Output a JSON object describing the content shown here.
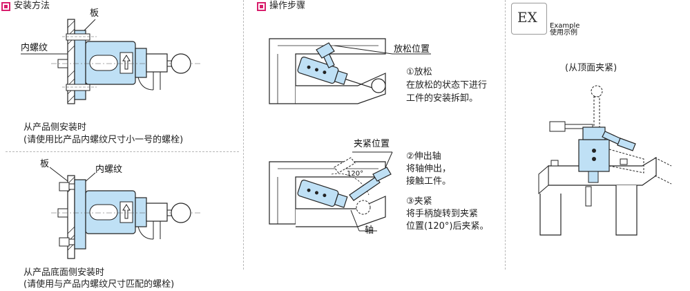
{
  "install": {
    "title": "安装方法",
    "top": {
      "label_plate": "板",
      "label_thread": "内螺纹",
      "caption_line1": "从产品侧安装时",
      "caption_line2": "(请使用比产品内螺纹尺寸小一号的螺栓)"
    },
    "bottom": {
      "label_plate": "板",
      "label_thread": "内螺纹",
      "caption_line1": "从产品底面侧安装时",
      "caption_line2": "(请使用与产品内螺纹尺寸匹配的螺栓)"
    }
  },
  "operation": {
    "title": "操作步骤",
    "label_release_position": "放松位置",
    "step1_title": "①放松",
    "step1_line1": "在放松的状态下进行",
    "step1_line2": "工件的安装拆卸。",
    "label_clamp_position": "夹紧位置",
    "angle_label": "120°",
    "label_shaft": "轴",
    "step2_title": "②伸出轴",
    "step2_line1": "将轴伸出，",
    "step2_line2": "接触工件。",
    "step3_title": "③夹紧",
    "step3_line1": "将手柄旋转到夹紧",
    "step3_line2": "位置(120°)后夹紧。"
  },
  "example": {
    "badge": "EX",
    "label_en": "Example",
    "label_cn": "使用示例",
    "caption": "(从顶面夹紧)"
  },
  "colors": {
    "accent": "#d81e6c",
    "part_fill": "#bfe0f5",
    "line": "#1a1a1a"
  }
}
